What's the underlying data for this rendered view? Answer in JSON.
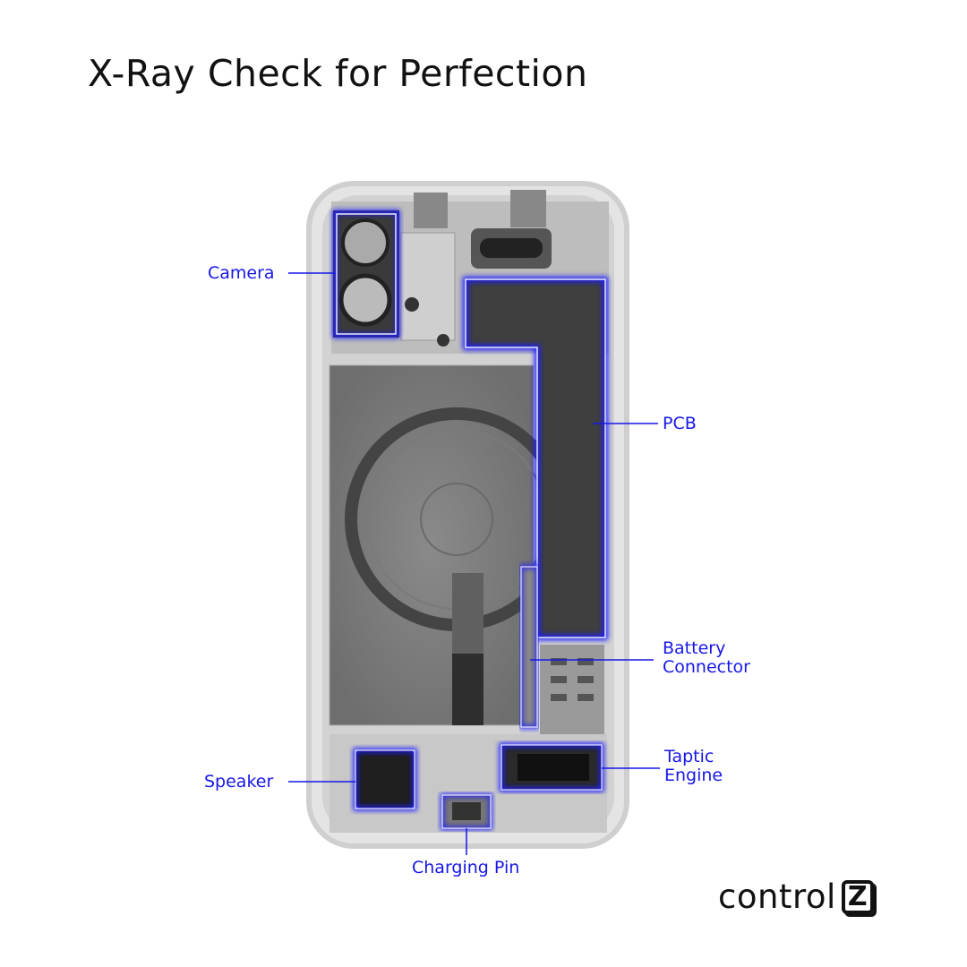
{
  "title": "X-Ray Check for Perfection",
  "labels": {
    "camera": "Camera",
    "pcb": "PCB",
    "battery_connector_line1": "Battery",
    "battery_connector_line2": "Connector",
    "taptic_line1": "Taptic",
    "taptic_line2": "Engine",
    "speaker": "Speaker",
    "charging_pin": "Charging Pin"
  },
  "logo": {
    "text": "control",
    "key": "Z"
  },
  "colors": {
    "highlight": "#1a1aff",
    "label": "#1717e8"
  }
}
